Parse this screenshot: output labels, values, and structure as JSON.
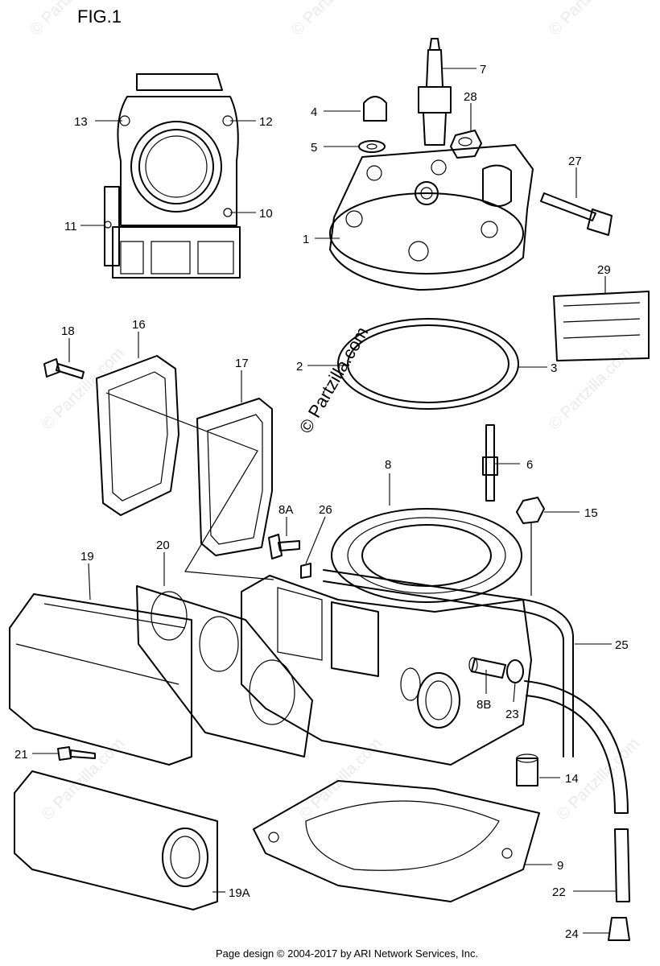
{
  "figure": {
    "title": "FIG.1"
  },
  "footer": {
    "copyright": "Page design © 2004-2017 by ARI Network Services, Inc."
  },
  "watermark": {
    "main": "© Partzilla.com",
    "repeat": "© Partzilla.com"
  },
  "callouts": {
    "c1": "1",
    "c2": "2",
    "c3": "3",
    "c4": "4",
    "c5": "5",
    "c6": "6",
    "c7": "7",
    "c8": "8",
    "c8A": "8A",
    "c8B": "8B",
    "c9": "9",
    "c10": "10",
    "c11": "11",
    "c12": "12",
    "c13": "13",
    "c14": "14",
    "c15": "15",
    "c16": "16",
    "c17": "17",
    "c18": "18",
    "c19": "19",
    "c19A": "19A",
    "c20": "20",
    "c21": "21",
    "c22": "22",
    "c23": "23",
    "c24": "24",
    "c25": "25",
    "c26": "26",
    "c27": "27",
    "c28": "28",
    "c29": "29"
  }
}
